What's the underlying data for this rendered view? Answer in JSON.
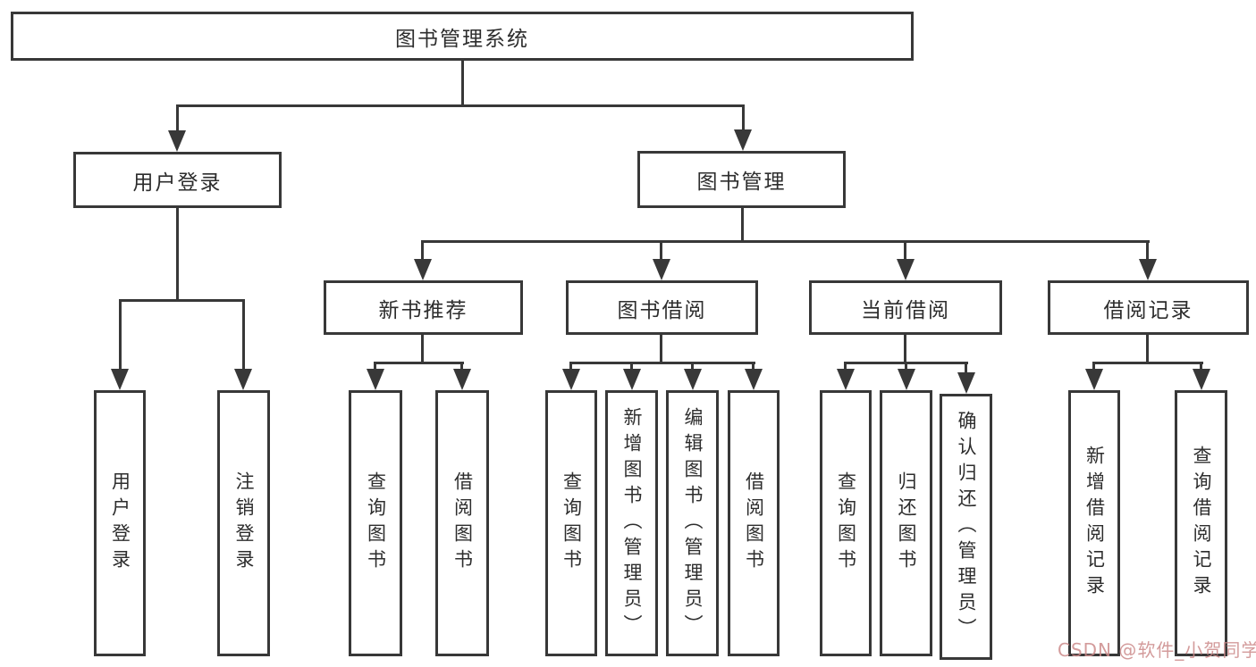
{
  "root": {
    "label": "图书管理系统"
  },
  "level2": [
    {
      "label": "用户登录",
      "leaves": [
        "用户登录",
        "注销登录"
      ]
    },
    {
      "label": "图书管理",
      "groups": [
        {
          "label": "新书推荐",
          "leaves": [
            "查询图书",
            "借阅图书"
          ]
        },
        {
          "label": "图书借阅",
          "leaves": [
            "查询图书",
            "新增图书（管理员）",
            "编辑图书（管理员）",
            "借阅图书"
          ]
        },
        {
          "label": "当前借阅",
          "leaves": [
            "查询图书",
            "归还图书",
            "确认归还（管理员）"
          ]
        },
        {
          "label": "借阅记录",
          "leaves": [
            "新增借阅记录",
            "查询借阅记录"
          ]
        }
      ]
    }
  ],
  "watermark": {
    "text": "CSDN @软件_小贺同学",
    "color": "#cb8a8a"
  },
  "colors": {
    "line": "#383838",
    "text": "#2d2d2d",
    "background": "#ffffff"
  }
}
